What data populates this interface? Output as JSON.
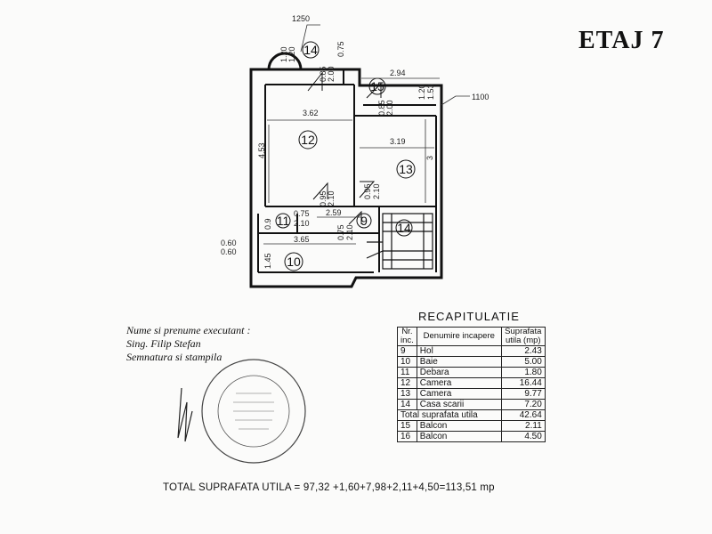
{
  "header": {
    "floor_title": "ETAJ 7"
  },
  "plan": {
    "rooms": [
      "14",
      "15",
      "12",
      "13",
      "11",
      "9",
      "14",
      "10"
    ],
    "dims": [
      "1250",
      "0.75",
      "2.94",
      "1.20",
      "1.20",
      "0.85",
      "2.00",
      "0.85",
      "2.00",
      "1.20",
      "1.53",
      "1100",
      "3.62",
      "4.53",
      "3.19",
      "3",
      "0.95",
      "2.10",
      "0.95",
      "2.10",
      "0.75",
      "2.10",
      "2.59",
      "0.9",
      "0.75",
      "2.10",
      "3.65",
      "0.60",
      "0.60",
      "1.45"
    ]
  },
  "executant": {
    "line1": "Nume si prenume executant :",
    "line2": "Sing. Filip Stefan",
    "line3": "Semnatura si stampila"
  },
  "recap": {
    "title": "RECAPITULATIE",
    "headers": {
      "nr": "Nr. inc.",
      "name": "Denumire incapere",
      "area": "Suprafata utila (mp)"
    },
    "rows": [
      {
        "nr": "9",
        "name": "Hol",
        "area": "2.43"
      },
      {
        "nr": "10",
        "name": "Baie",
        "area": "5.00"
      },
      {
        "nr": "11",
        "name": "Debara",
        "area": "1.80"
      },
      {
        "nr": "12",
        "name": "Camera",
        "area": "16.44"
      },
      {
        "nr": "13",
        "name": "Camera",
        "area": "9.77"
      },
      {
        "nr": "14",
        "name": "Casa scarii",
        "area": "7.20"
      }
    ],
    "total_label": "Total suprafata utila",
    "total_value": "42.64",
    "balconies": [
      {
        "nr": "15",
        "name": "Balcon",
        "area": "2.11"
      },
      {
        "nr": "16",
        "name": "Balcon",
        "area": "4.50"
      }
    ]
  },
  "footer": {
    "total_line": "TOTAL SUPRAFATA UTILA = 97,32 +1,60+7,98+2,11+4,50=113,51 mp"
  }
}
